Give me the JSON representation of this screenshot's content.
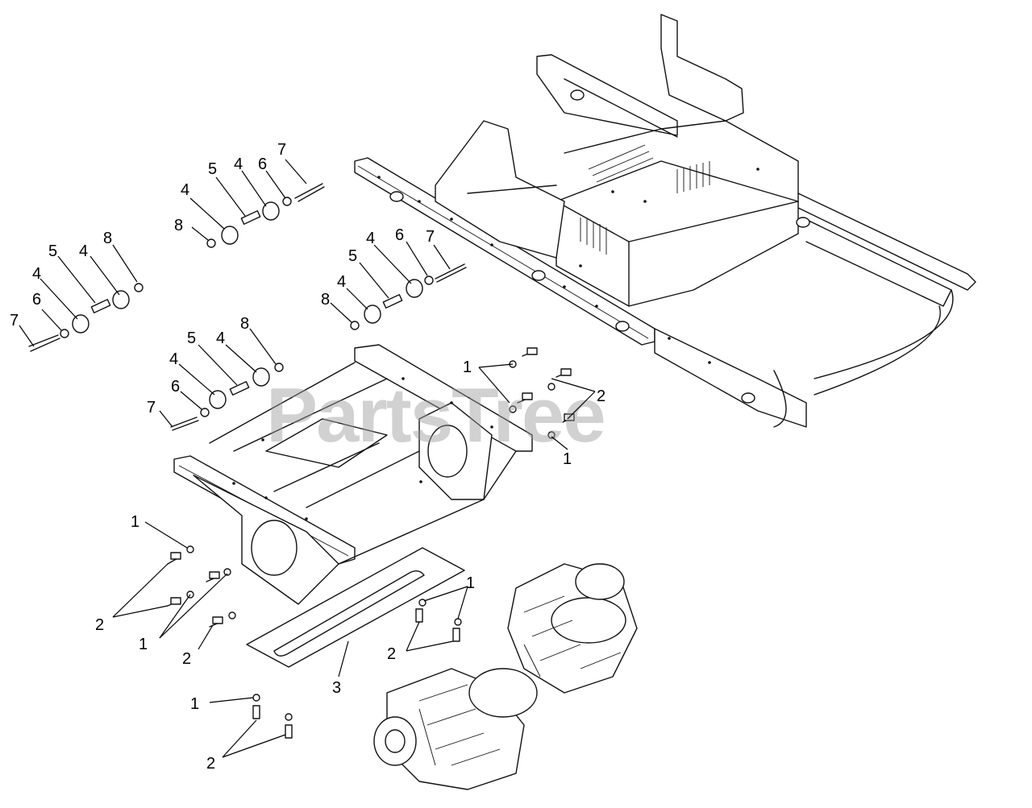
{
  "watermark": {
    "text": "PartsTree"
  },
  "callouts": {
    "c1a": "1",
    "c2a": "2",
    "c1b": "1",
    "c7a": "7",
    "c6a": "6",
    "c4a": "4",
    "c5a": "5",
    "c4b": "4",
    "c8a": "8",
    "c8b": "8",
    "c4c": "4",
    "c5b": "5",
    "c4d": "4",
    "c6b": "6",
    "c7b": "7",
    "c8c": "8",
    "c4e": "4",
    "c5c": "5",
    "c4f": "4",
    "c6c": "6",
    "c7c": "7",
    "c7d": "7",
    "c6d": "6",
    "c4g": "4",
    "c5d": "5",
    "c4h": "4",
    "c8d": "8",
    "c1c": "1",
    "c2b": "2",
    "c1d": "1",
    "c2c": "2",
    "c1e": "1",
    "c2d": "2",
    "c3": "3",
    "c1f": "1",
    "c2e": "2"
  }
}
